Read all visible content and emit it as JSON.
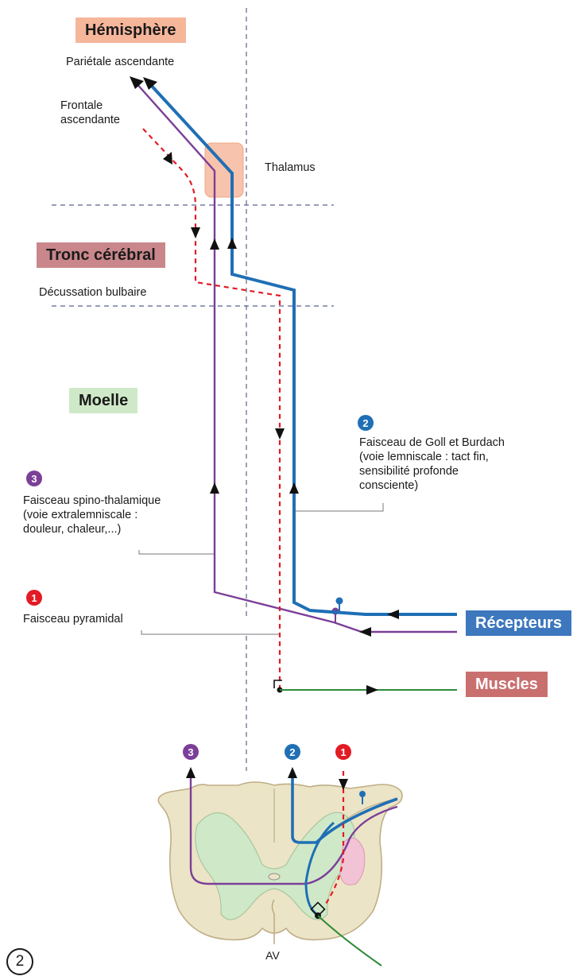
{
  "regions": {
    "hemisphere": "Hémisphère",
    "brainstem": "Tronc cérébral",
    "spinal_cord": "Moelle"
  },
  "labels": {
    "parietal": "Pariétale ascendante",
    "frontal": "Frontale\nascendante",
    "thalamus": "Thalamus",
    "decussation": "Décussation bulbaire",
    "av": "AV",
    "figure_number": "2"
  },
  "pathways": [
    {
      "number": "1",
      "name": "Faisceau pyramidal",
      "color": "#e21b24",
      "style": "dashed"
    },
    {
      "number": "2",
      "name": "Faisceau de Goll et Burdach\n(voie lemniscale : tact fin,\nsensibilité profonde\nconsciente)",
      "color": "#1f6fb5",
      "style": "solid"
    },
    {
      "number": "3",
      "name": "Faisceau spino-thalamique\n(voie extralemniscale :\ndouleur, chaleur,...)",
      "color": "#7b3f98",
      "style": "solid"
    }
  ],
  "endpoints": {
    "receptors": "Récepteurs",
    "muscles": "Muscles"
  },
  "colors": {
    "hemisphere_tag": "#f6b69a",
    "brainstem_tag": "#c9878b",
    "spinal_tag": "#cfe9c8",
    "receptors_tag": "#3d77bd",
    "muscles_tag": "#c9706f",
    "motor_nerve": "#2e8b3a",
    "thalamus_box": "#f7c3ac",
    "white_matter": "#ece4c6",
    "grey_matter": "#cfe9c8",
    "horn_pink": "#f2c2d5"
  }
}
